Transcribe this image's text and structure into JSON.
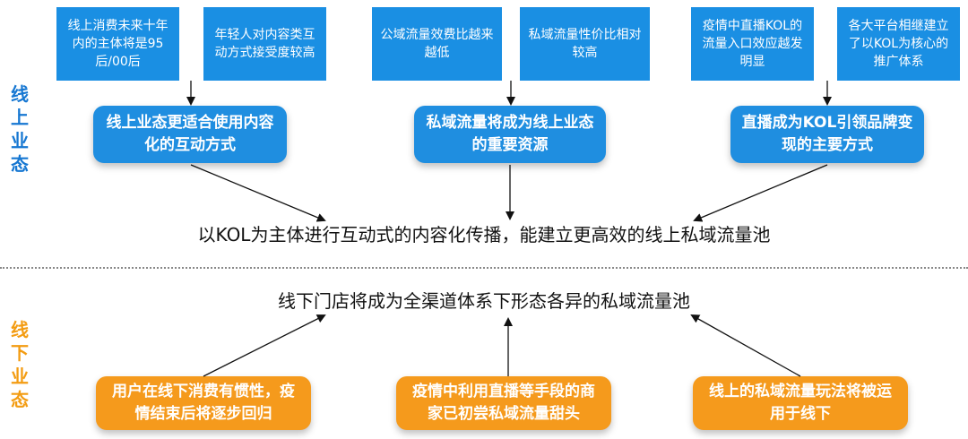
{
  "side_labels": {
    "online": "线上业态",
    "offline": "线下业态"
  },
  "online": {
    "inputs": [
      "线上消费未来十年内的主体将是95后/00后",
      "年轻人对内容类互动方式接受度较高",
      "公域流量效费比越来越低",
      "私域流量性价比相对较高",
      "疫情中直播KOL的流量入口效应越发明显",
      "各大平台相继建立了以KOL为核心的推广体系"
    ],
    "outcomes": [
      "线上业态更适合使用内容化的互动方式",
      "私域流量将成为线上业态的重要资源",
      "直播成为KOL引领品牌变现的主要方式"
    ],
    "conclusion": "以KOL为主体进行互动式的内容化传播，能建立更高效的线上私域流量池"
  },
  "offline": {
    "conclusion": "线下门店将成为全渠道体系下形态各异的私域流量池",
    "factors": [
      "用户在线下消费有惯性，疫情结束后将逐步回归",
      "疫情中利用直播等手段的商家已初尝私域流量甜头",
      "线上的私域流量玩法将被运用于线下"
    ]
  },
  "colors": {
    "online_accent": "#1a8fe3",
    "offline_accent": "#f59a1c"
  }
}
